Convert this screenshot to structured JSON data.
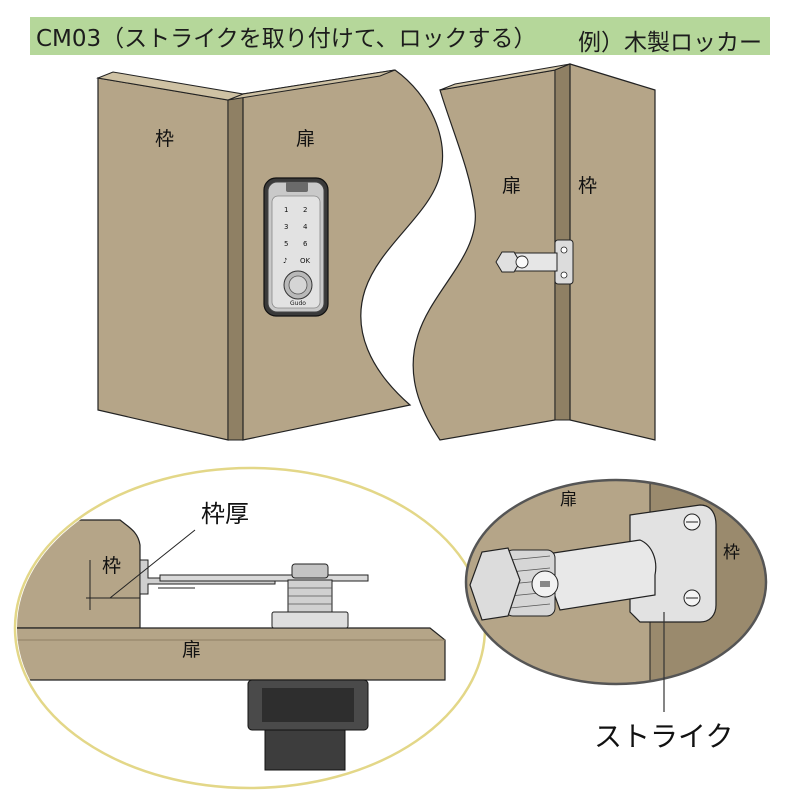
{
  "header": {
    "title": "CM03（ストライクを取り付けて、ロックする）",
    "example": "例）木製ロッカー",
    "color": "#b5d79a"
  },
  "labels": {
    "left_frame": "枠",
    "left_door": "扉",
    "right_door": "扉",
    "right_frame": "枠",
    "detail_frame_thickness": "枠厚",
    "detail_frame": "枠",
    "detail_door": "扉",
    "zoom_door": "扉",
    "zoom_frame": "枠",
    "strike": "ストライク"
  },
  "lock_panel": {
    "keys": [
      "1",
      "2",
      "3",
      "4",
      "5",
      "6",
      "♪",
      "OK"
    ],
    "brand": "Gudo"
  },
  "colors": {
    "wood_face": "#b5a588",
    "wood_side": "#96876a",
    "wood_light": "#cfc2a4",
    "metal": "#d8d8d8",
    "lock_body": "#505050",
    "outline": "#222222",
    "ellipse": "#e3d788"
  }
}
